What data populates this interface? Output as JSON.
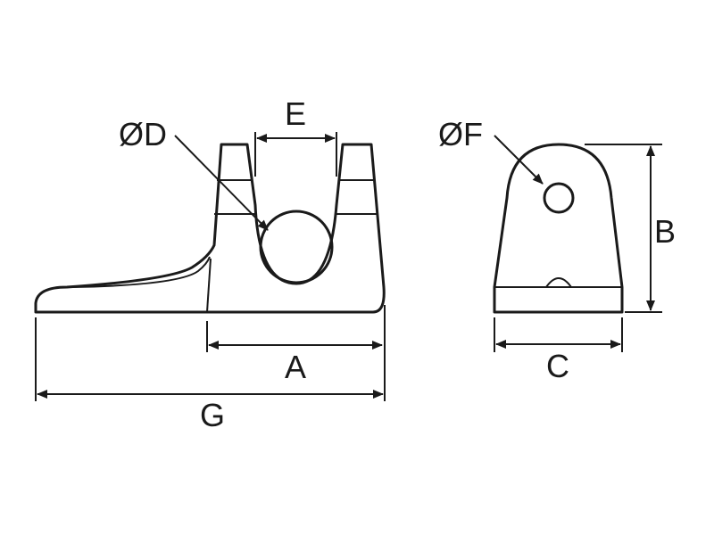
{
  "labels": {
    "A": "A",
    "B": "B",
    "C": "C",
    "D": "ØD",
    "E": "E",
    "F": "ØF",
    "G": "G"
  },
  "colors": {
    "ink": "#1a1a1a",
    "background": "#ffffff"
  }
}
